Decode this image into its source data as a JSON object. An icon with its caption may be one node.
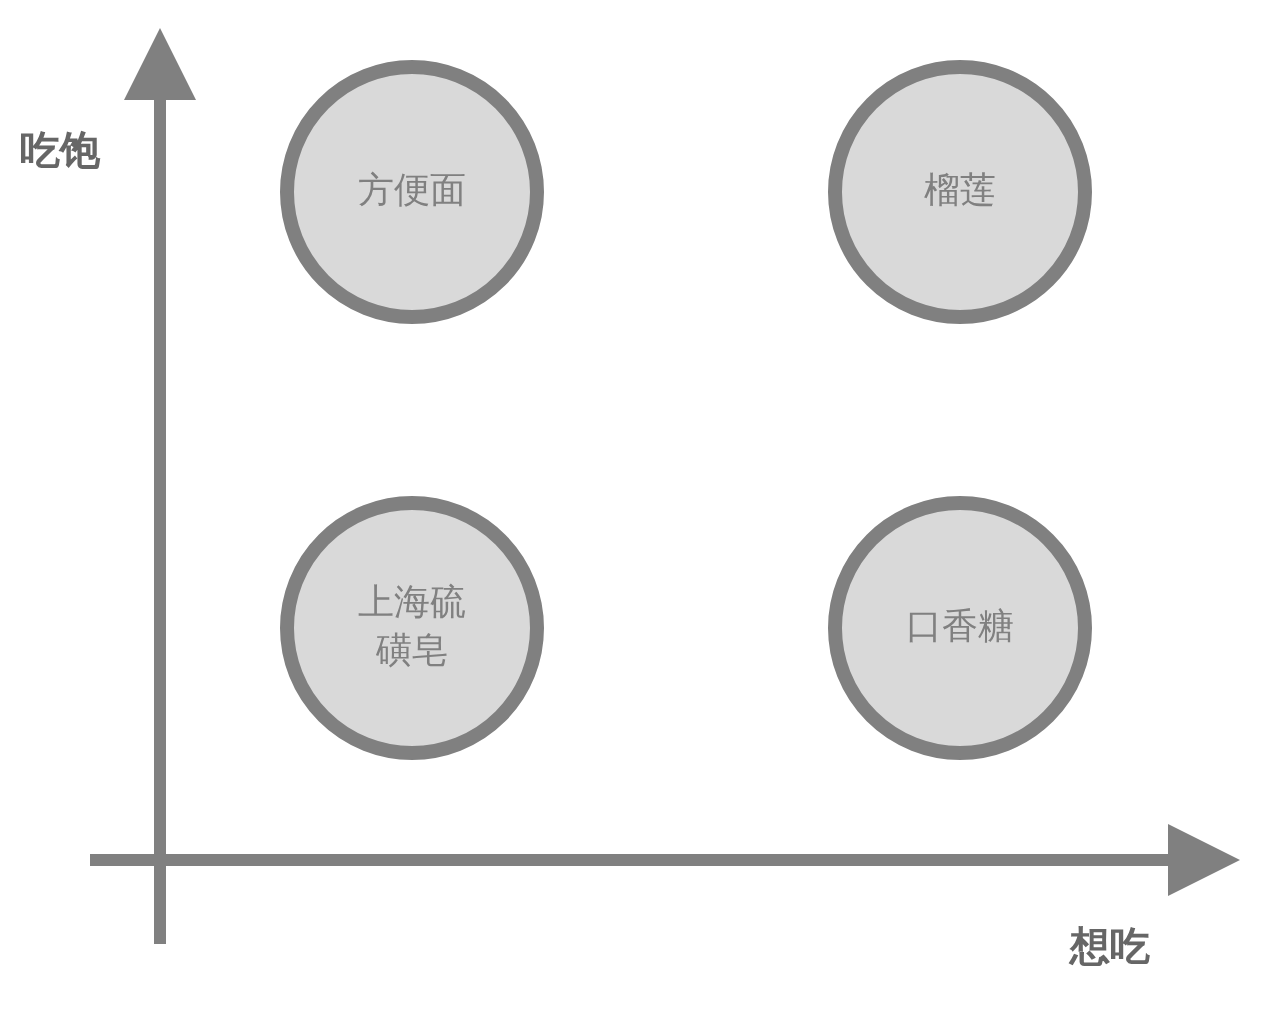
{
  "diagram": {
    "nodes": [
      {
        "text": [
          "方便面"
        ]
      },
      {
        "text": [
          "榴莲"
        ]
      },
      {
        "text": [
          "上海硫磺皂"
        ]
      },
      {
        "text": [
          "口香糖"
        ]
      }
    ],
    "labels": [
      "吃饱",
      "想吃"
    ]
  }
}
